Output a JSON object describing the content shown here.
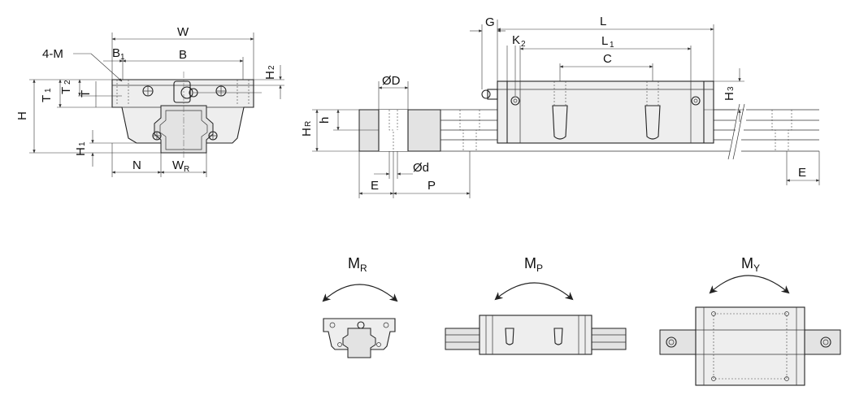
{
  "front_view": {
    "W": "W",
    "B": "B",
    "B1": "B",
    "B1_sub": "1",
    "M": "4-M",
    "H": "H",
    "H1": "H",
    "H1_sub": "1",
    "H2": "H",
    "H2_sub": "2",
    "T": "T",
    "T1": "T",
    "T1_sub": "1",
    "T2": "T",
    "T2_sub": "2",
    "N": "N",
    "WR": "W",
    "WR_sub": "R"
  },
  "side_view": {
    "D": "ØD",
    "d": "Ød",
    "h": "h",
    "HR": "H",
    "HR_sub": "R",
    "E_left": "E",
    "P": "P",
    "G": "G",
    "K2": "K",
    "K2_sub": "2",
    "L": "L",
    "L1": "L",
    "L1_sub": "1",
    "C": "C",
    "H3": "H",
    "H3_sub": "3",
    "E_right": "E"
  },
  "moments": {
    "MR": "M",
    "MR_sub": "R",
    "MP": "M",
    "MP_sub": "P",
    "MY": "M",
    "MY_sub": "Y"
  }
}
